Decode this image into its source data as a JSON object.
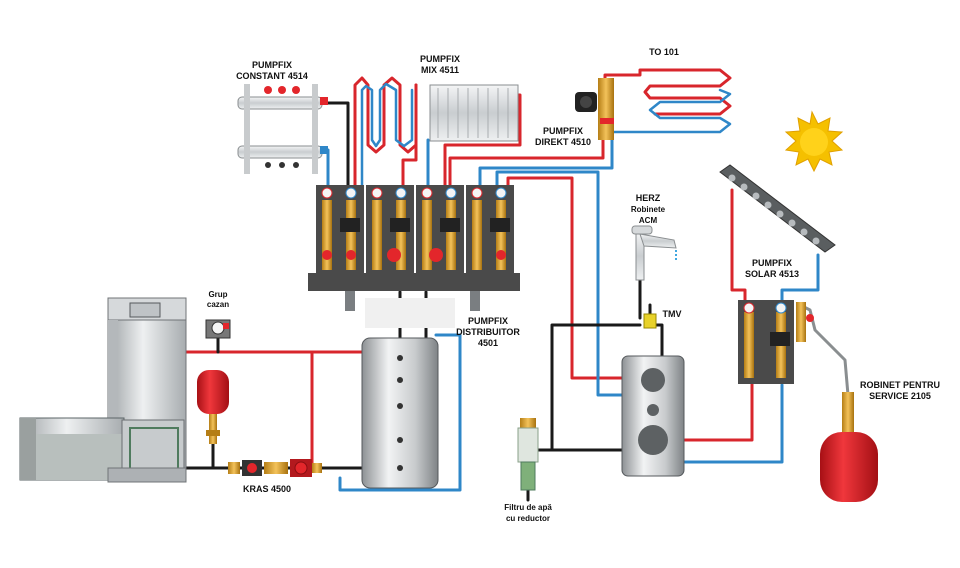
{
  "labels": {
    "pumpfix_constant_1": "PUMPFIX",
    "pumpfix_constant_2": "CONSTANT 4514",
    "pumpfix_mix_1": "PUMPFIX",
    "pumpfix_mix_2": "MIX 4511",
    "to_101": "TO 101",
    "pumpfix_direkt_1": "PUMPFIX",
    "pumpfix_direkt_2": "DIREKT 4510",
    "herz_1": "HERZ",
    "herz_2": "Robinete",
    "herz_3": "ACM",
    "pumpfix_solar_1": "PUMPFIX",
    "pumpfix_solar_2": "SOLAR 4513",
    "grup_cazan_1": "Grup",
    "grup_cazan_2": "cazan",
    "pumpfix_distribuitor_1": "PUMPFIX",
    "pumpfix_distribuitor_2": "DISTRIBUITOR",
    "pumpfix_distribuitor_3": "4501",
    "tmv": "TMV",
    "robinet_service_1": "ROBINET PENTRU",
    "robinet_service_2": "SERVICE  2105",
    "kras": "KRAS 4500",
    "filtru_1": "Filtru de apă",
    "filtru_2": "cu reductor"
  },
  "colors": {
    "hot_pipe": "#d8262c",
    "cold_pipe": "#2f87c8",
    "black_pipe": "#1a1a1a",
    "expansion_vessel": "#e3262b",
    "brass": "#e0a830",
    "module_panel": "#4a4a4a",
    "sun": "#f5c000"
  }
}
